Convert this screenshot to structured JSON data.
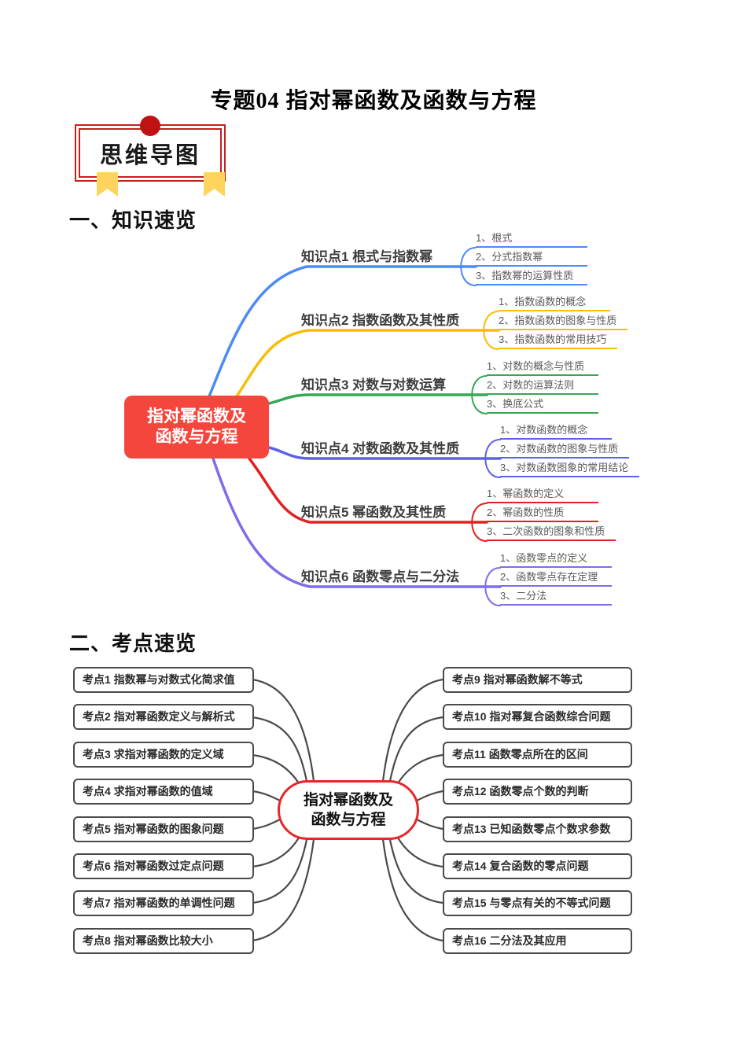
{
  "page": {
    "title": "专题04 指对幂函数及函数与方程"
  },
  "badge": {
    "label": "思维导图"
  },
  "sections": {
    "knowledge": {
      "heading": "一、知识速览"
    },
    "exam": {
      "heading": "二、考点速览"
    }
  },
  "mindmap1": {
    "center": {
      "line1": "指对幂函数及",
      "line2": "函数与方程"
    },
    "branches": [
      {
        "label": "知识点1  根式与指数幂",
        "color": "#4c8bf5",
        "items": [
          "1、根式",
          "2、分式指数幂",
          "3、指数幂的运算性质"
        ]
      },
      {
        "label": "知识点2  指数函数及其性质",
        "color": "#fbbc05",
        "items": [
          "1、指数函数的概念",
          "2、指数函数的图象与性质",
          "3、指数函数的常用技巧"
        ]
      },
      {
        "label": "知识点3  对数与对数运算",
        "color": "#34a853",
        "items": [
          "1、对数的概念与性质",
          "2、对数的运算法则",
          "3、换底公式"
        ]
      },
      {
        "label": "知识点4  对数函数及其性质",
        "color": "#5c62e8",
        "items": [
          "1、对数函数的概念",
          "2、对数函数的图象与性质",
          "3、对数函数图象的常用结论"
        ]
      },
      {
        "label": "知识点5  幂函数及其性质",
        "color": "#e22020",
        "items": [
          "1、幂函数的定义",
          "2、幂函数的性质",
          "3、二次函数的图象和性质"
        ]
      },
      {
        "label": "知识点6  函数零点与二分法",
        "color": "#7d6ee8",
        "items": [
          "1、函数零点的定义",
          "2、函数零点存在定理",
          "3、二分法"
        ]
      }
    ]
  },
  "mindmap2": {
    "center": {
      "line1": "指对幂函数及",
      "line2": "函数与方程"
    },
    "left_boxes": [
      "考点1  指数幂与对数式化简求值",
      "考点2  指对幂函数定义与解析式",
      "考点3  求指对幂函数的定义域",
      "考点4  求指对幂函数的值域",
      "考点5  指对幂函数的图象问题",
      "考点6  指对幂函数过定点问题",
      "考点7  指对幂函数的单调性问题",
      "考点8  指对幂函数比较大小"
    ],
    "right_boxes": [
      "考点9  指对幂函数解不等式",
      "考点10  指对幂复合函数综合问题",
      "考点11  函数零点所在的区间",
      "考点12  函数零点个数的判断",
      "考点13  已知函数零点个数求参数",
      "考点14  复合函数的零点问题",
      "考点15  与零点有关的不等式问题",
      "考点16  二分法及其应用"
    ]
  },
  "palette": {
    "center1_fill": "#f5463d",
    "center2_border": "#e8262a",
    "box_border": "#4a4a4a",
    "connector": "#4a4a4a",
    "badge_red": "#c81e1e",
    "badge_circle": "#c01212",
    "ribbon_yellow": "#ffd45e"
  }
}
